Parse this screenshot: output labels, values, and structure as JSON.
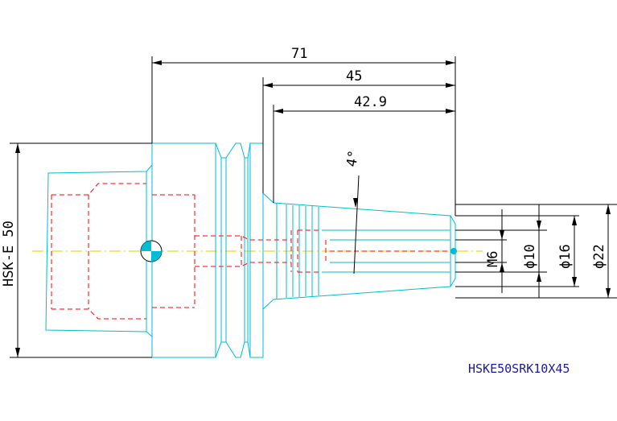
{
  "drawing": {
    "dimensions": {
      "overall_length": "71",
      "gauge_length": "45",
      "taper_length": "42.9",
      "taper_angle": "4°",
      "flange_size": "HSK-E 50",
      "thread": "M6",
      "diameter_1": "ϕ10",
      "diameter_2": "ϕ16",
      "diameter_3": "ϕ22"
    },
    "part_number": "HSKE50SRK10X45"
  },
  "colors": {
    "dimension": "#000000",
    "body_outline": "#00bcd4",
    "hidden_lines": "#ff0000",
    "centerline": "#e6d200",
    "label": "#1a1aa6"
  }
}
